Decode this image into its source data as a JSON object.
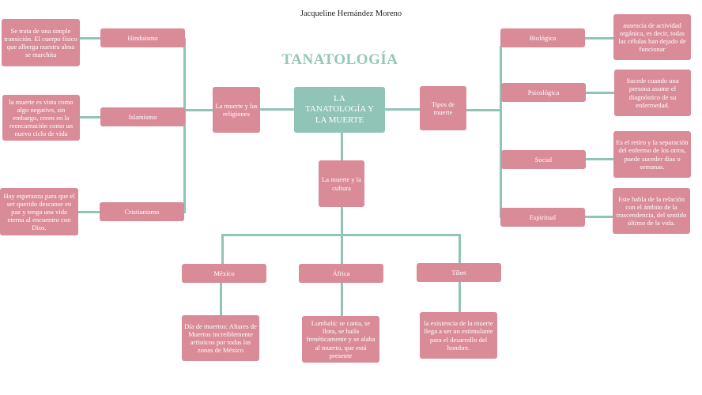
{
  "author": "Jacqueline Hernández Moreno",
  "title": "TANATOLOGÍA",
  "center": "LA TANATOLOGÍA Y LA MUERTE",
  "religions": {
    "hub": "La muerte y las religiones",
    "items": [
      {
        "label": "Hinduismo",
        "desc": "Se trata de una simple transición. El cuerpo físico que alberga nuestra alma se marchita"
      },
      {
        "label": "Islamismo",
        "desc": "la muerte es vista como algo negativo, sin embargo, creen en la reencarnación como un nuevo ciclo de vida"
      },
      {
        "label": "Cristianismo",
        "desc": "Hay esperanza para que el ser querido descanse en paz y tenga una vida eterna al encuentro con Dios."
      }
    ]
  },
  "types": {
    "hub": "Tipos de muerte",
    "items": [
      {
        "label": "Biológica",
        "desc": "ausencia de actividad orgánica, es decir, todas las células han dejado de funcionar"
      },
      {
        "label": "Psicológica",
        "desc": "Sucede cuando una persona asume el diagnóstico de su enfermedad."
      },
      {
        "label": "Social",
        "desc": "Es el retiro y la separación del enfermo de los otros, puede suceder días o semanas."
      },
      {
        "label": "Espiritual",
        "desc": "Este habla de la relación con el ámbito de la trascendencia, del sentido último de la vida."
      }
    ]
  },
  "culture": {
    "hub": "La muerte y la cultura",
    "items": [
      {
        "label": "México",
        "desc": "Día de muertos: Altares de Muertos increíblemente artísticos por todas las zonas de México"
      },
      {
        "label": "África",
        "desc": "Lumbalú: se canta, se llora, se baila frenéticamente y se alaba al muerto, que está presente"
      },
      {
        "label": "Tíbet",
        "desc": "la existencia de la muerte llega a ser un estimulante para el desarrollo del hombre."
      }
    ]
  }
}
